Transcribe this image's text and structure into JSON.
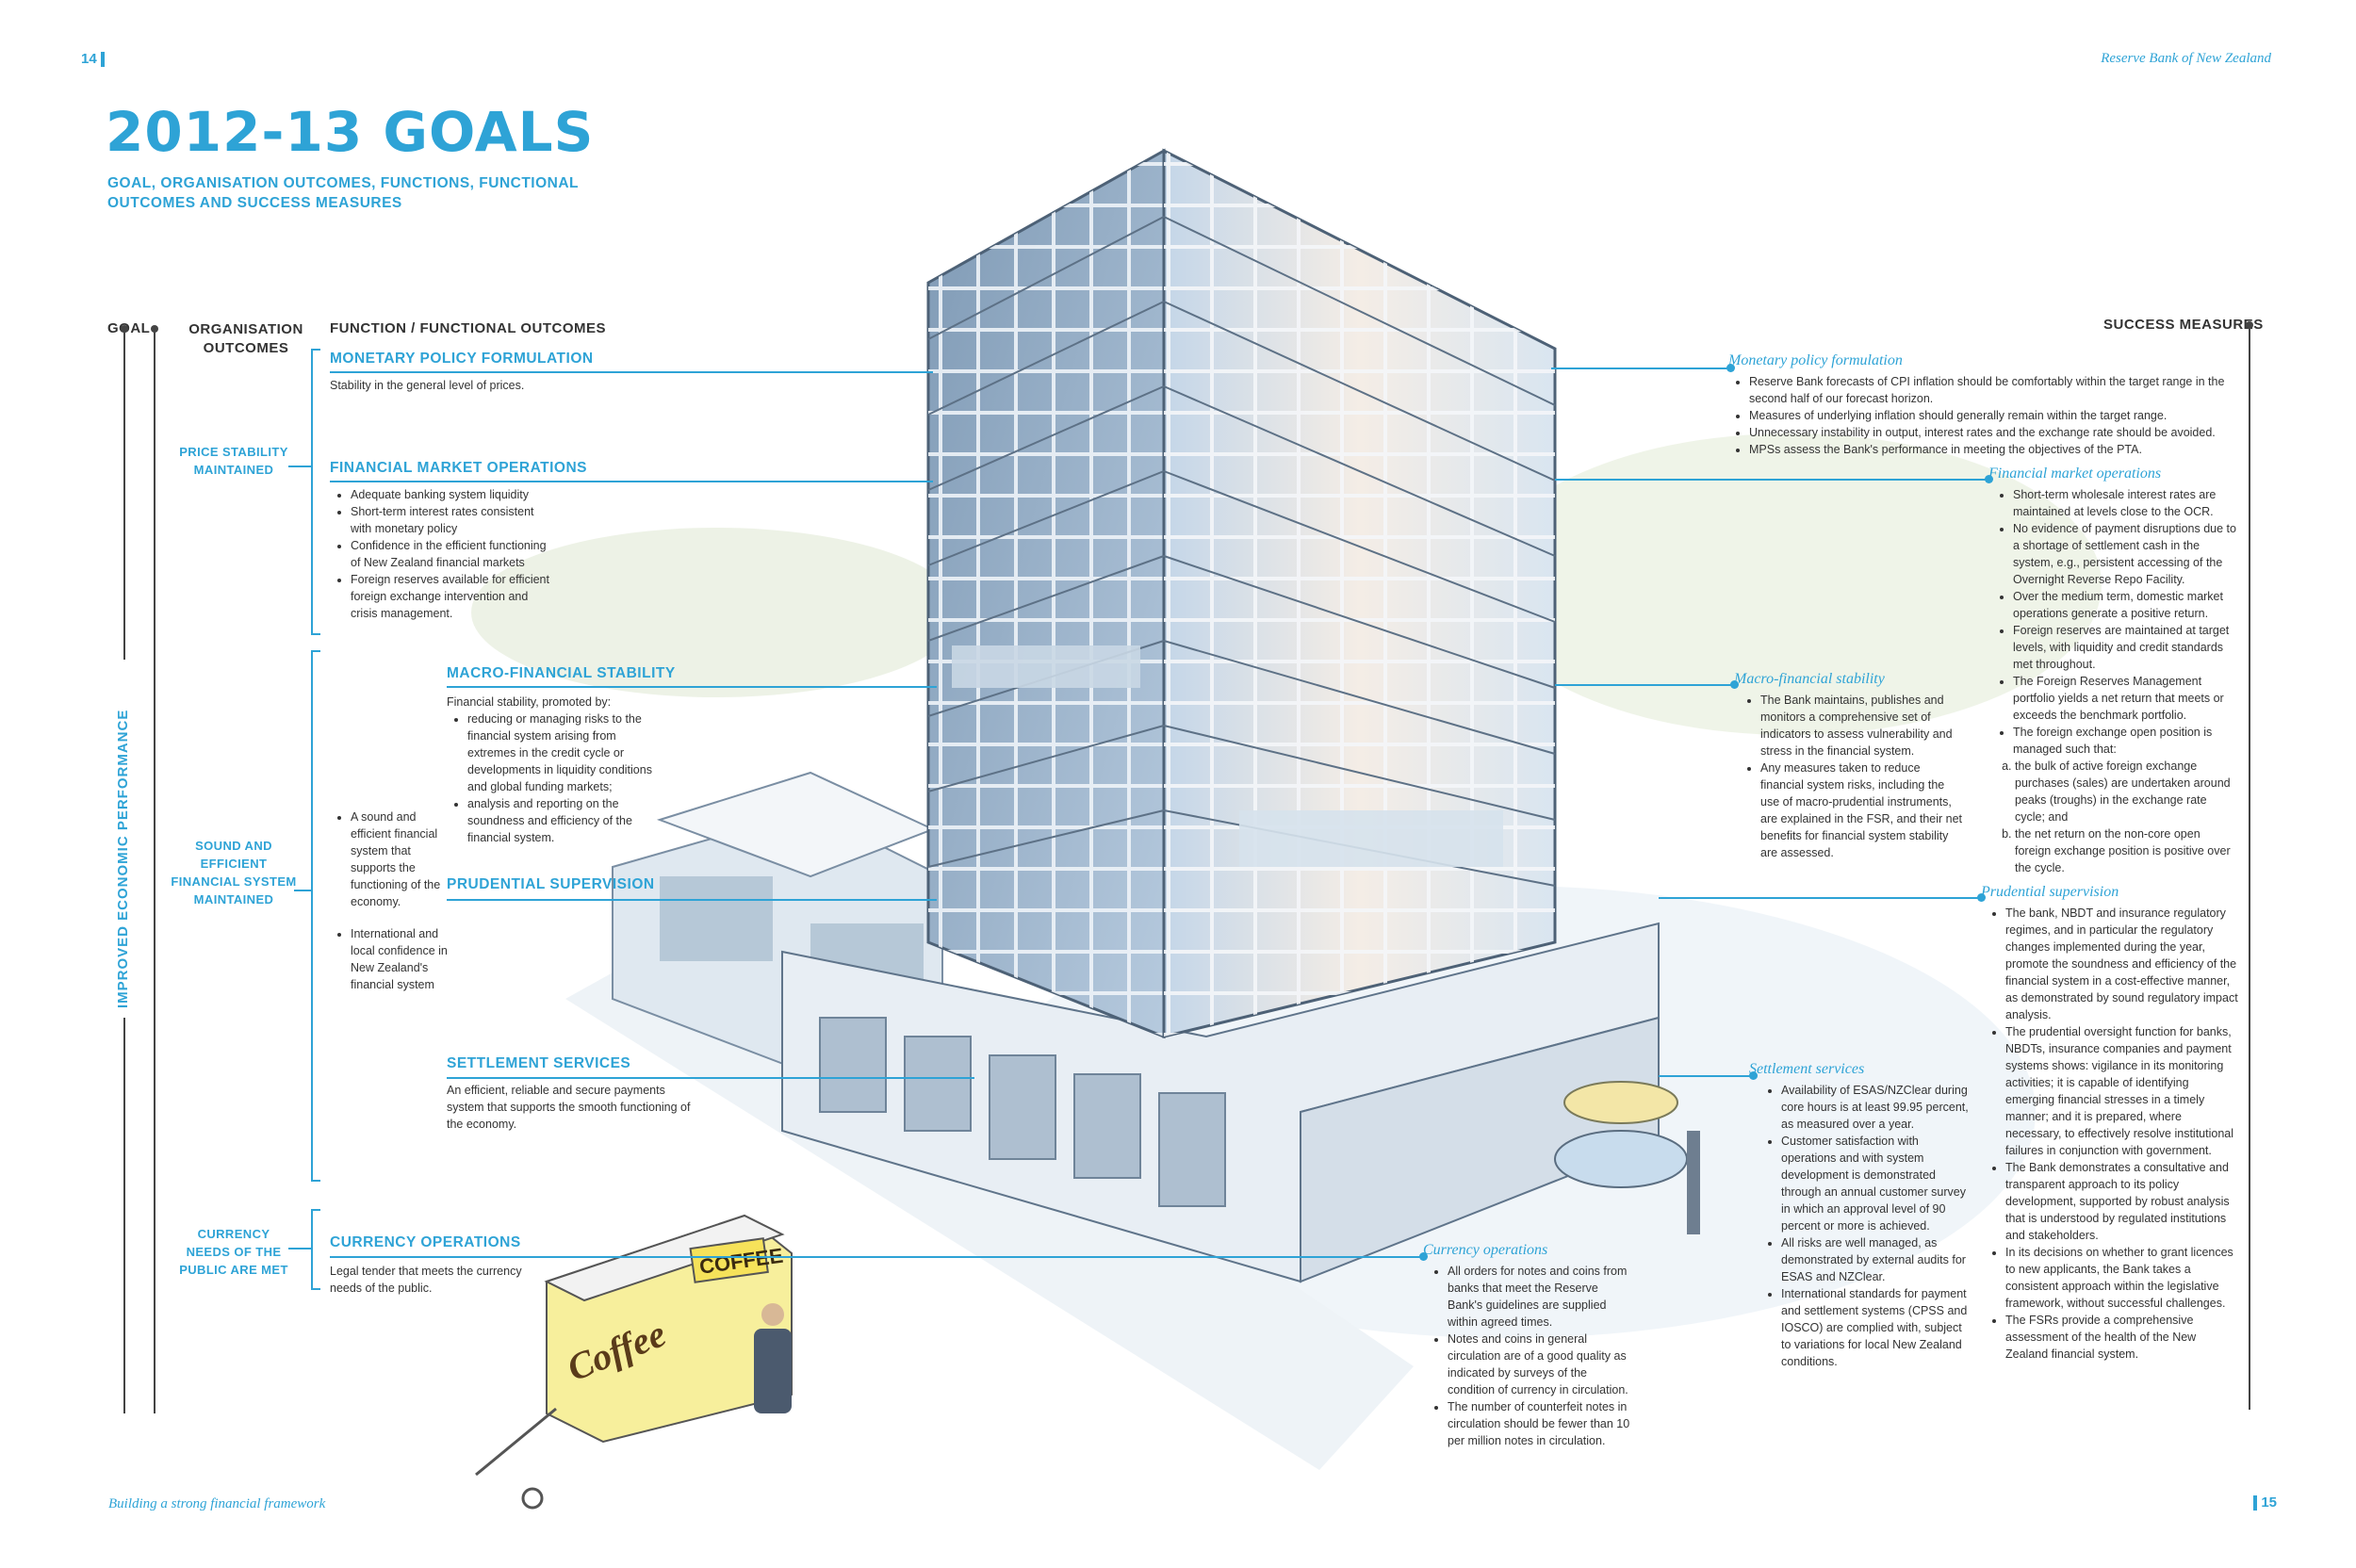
{
  "header": {
    "page_left": "14",
    "page_right": "15",
    "publisher": "Reserve Bank of New Zealand",
    "footer": "Building a strong financial framework"
  },
  "title": "2012-13 GOALS",
  "subtitle": "GOAL, ORGANISATION OUTCOMES, FUNCTIONS, FUNCTIONAL OUTCOMES AND SUCCESS MEASURES",
  "columns": {
    "goal": "GOAL",
    "org": "ORGANISATION OUTCOMES",
    "function": "FUNCTION / FUNCTIONAL OUTCOMES",
    "success": "SUCCESS MEASURES"
  },
  "goal_text": "IMPROVED ECONOMIC PERFORMANCE",
  "org_outcomes": {
    "price": "PRICE STABILITY MAINTAINED",
    "sound": "SOUND AND EFFICIENT FINANCIAL SYSTEM MAINTAINED",
    "currency": "CURRENCY NEEDS OF THE PUBLIC ARE MET"
  },
  "sound_outcomes": [
    "A sound and efficient financial system that supports the functioning of the economy.",
    "International and local confidence in New Zealand's financial system"
  ],
  "functions": {
    "monetary": {
      "name": "MONETARY POLICY FORMULATION",
      "text": "Stability in the general level of prices."
    },
    "fmo": {
      "name": "FINANCIAL MARKET OPERATIONS",
      "items": [
        "Adequate banking system liquidity",
        "Short-term interest rates consistent with monetary policy",
        "Confidence in the efficient functioning of New Zealand financial markets",
        "Foreign reserves available for efficient foreign exchange intervention and crisis management."
      ]
    },
    "macro": {
      "name": "MACRO-FINANCIAL STABILITY",
      "intro": "Financial stability, promoted by:",
      "items": [
        "reducing or managing risks to the financial system arising from extremes in the credit cycle or developments in liquidity conditions and global funding markets;",
        "analysis and reporting on the soundness and efficiency of the financial system."
      ]
    },
    "prudential": {
      "name": "PRUDENTIAL SUPERVISION"
    },
    "settlement": {
      "name": "SETTLEMENT SERVICES",
      "text": "An efficient, reliable and secure payments system that supports the smooth functioning of the economy."
    },
    "currency": {
      "name": "CURRENCY OPERATIONS",
      "text": "Legal tender that meets the currency needs of the public."
    }
  },
  "success": {
    "monetary": {
      "head": "Monetary policy formulation",
      "items": [
        "Reserve Bank forecasts of CPI inflation should be comfortably within the target range in the second half of our forecast horizon.",
        "Measures of underlying inflation should generally remain within the target range.",
        "Unnecessary instability in output, interest rates and the exchange rate should be avoided.",
        "MPSs assess the Bank's performance in meeting the objectives of the PTA."
      ]
    },
    "fmo": {
      "head": "Financial market operations",
      "items": [
        "Short-term wholesale interest rates are maintained at levels close to the OCR.",
        "No evidence of payment disruptions due to a shortage of settlement cash in the system, e.g., persistent accessing of the Overnight Reverse Repo Facility.",
        "Over the medium term, domestic market operations generate a positive return.",
        "Foreign reserves are maintained at target levels, with liquidity and credit standards met throughout.",
        "The Foreign Reserves Management portfolio yields a net return that meets or exceeds the benchmark portfolio.",
        "The foreign exchange open position is managed such that:"
      ],
      "sub": [
        "the bulk of active foreign exchange purchases (sales) are undertaken around peaks (troughs) in the exchange rate cycle; and",
        "the net return on the non-core open foreign exchange position is positive over the cycle."
      ]
    },
    "macro": {
      "head": "Macro-financial stability",
      "items": [
        "The Bank maintains, publishes and monitors a comprehensive set of indicators to assess vulnerability and stress in the financial system.",
        "Any measures taken to reduce financial system risks, including the use of macro-prudential instruments, are explained in the FSR, and their net benefits for financial system stability are assessed."
      ]
    },
    "prudential": {
      "head": "Prudential supervision",
      "items": [
        "The bank, NBDT and insurance regulatory regimes, and in particular the regulatory changes implemented during the year, promote the soundness and efficiency of the financial system in a cost-effective manner, as demonstrated by sound regulatory impact analysis.",
        "The prudential oversight function for banks, NBDTs, insurance companies and payment systems shows: vigilance in its monitoring activities; it is capable of identifying emerging financial stresses in a timely manner; and it is prepared, where necessary, to effectively resolve institutional failures in conjunction with government.",
        "The Bank demonstrates a consultative and transparent approach to its policy development, supported by robust analysis that is understood by regulated institutions and stakeholders.",
        "In its decisions on whether to grant licences to new applicants, the Bank takes a consistent approach within the legislative framework, without successful challenges.",
        "The FSRs provide a comprehensive assessment of the health of the New Zealand financial system."
      ]
    },
    "settlement": {
      "head": "Settlement services",
      "items": [
        "Availability of ESAS/NZClear during core hours is at least 99.95 percent, as measured over a year.",
        "Customer satisfaction with operations and with system development is demonstrated through an annual customer survey in which an approval level of 90 percent or more is achieved.",
        "All risks are well managed, as demonstrated by external audits for ESAS and NZClear.",
        "International standards for payment and settlement systems (CPSS and IOSCO) are complied with, subject to variations for local New Zealand conditions."
      ]
    },
    "currency": {
      "head": "Currency operations",
      "items": [
        "All orders for notes and coins from banks that meet the Reserve Bank's guidelines are supplied within agreed times.",
        "Notes and coins in general circulation are of a good quality as indicated by surveys of the condition of currency in circulation.",
        "The number of counterfeit notes in circulation should be fewer than 10 per million notes in circulation."
      ]
    }
  },
  "illustration": {
    "van_sign": "COFFEE",
    "van_script": "Coffee"
  }
}
